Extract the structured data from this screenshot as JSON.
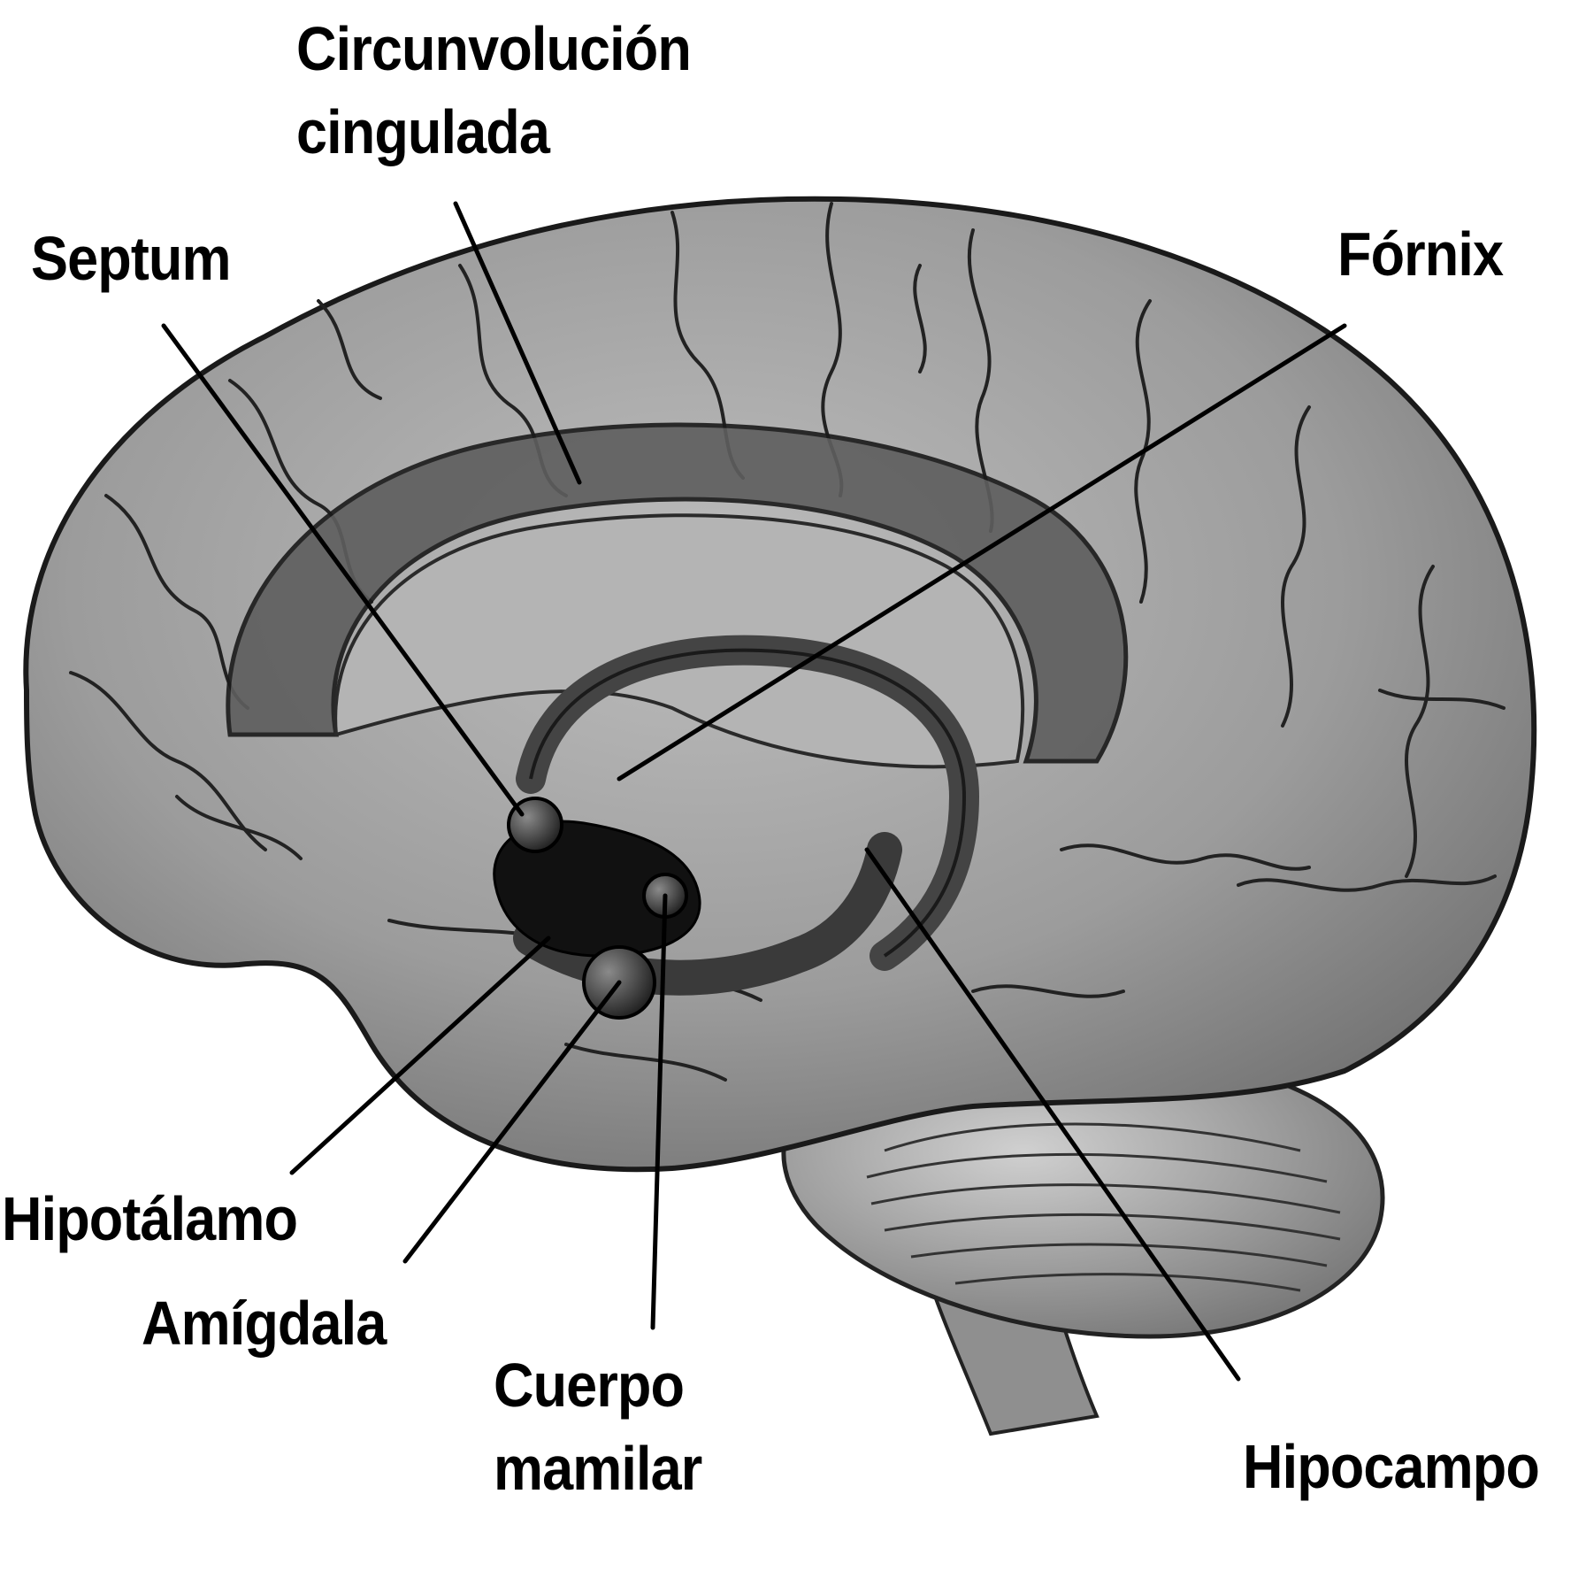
{
  "diagram": {
    "labels": {
      "circunvolucion_line1": "Circunvolución",
      "circunvolucion_line2": "cingulada",
      "septum": "Septum",
      "fornix": "Fórnix",
      "hipotalamo": "Hipotálamo",
      "amigdala": "Amígdala",
      "cuerpo_line1": "Cuerpo",
      "cuerpo_line2": "mamilar",
      "hipocampo": "Hipocampo"
    }
  }
}
